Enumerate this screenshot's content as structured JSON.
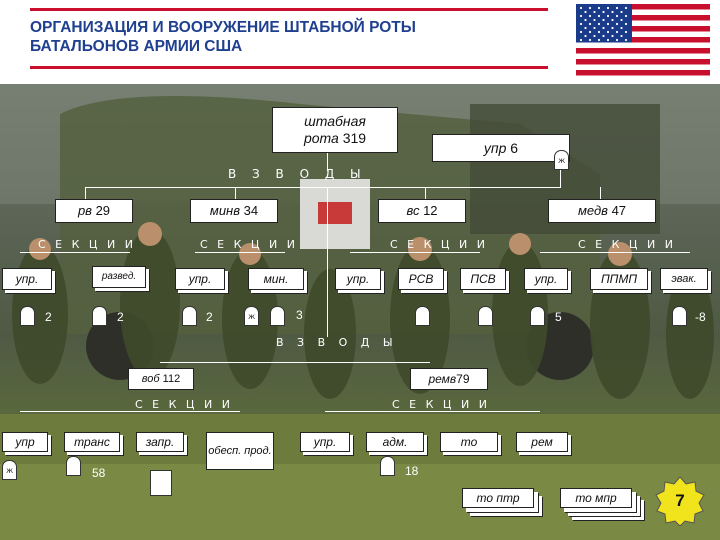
{
  "header": {
    "title_line1": "ОРГАНИЗАЦИЯ И ВООРУЖЕНИЕ ШТАБНОЙ РОТЫ",
    "title_line2": "БАТАЛЬОНОВ АРМИИ США"
  },
  "colors": {
    "title": "#1f3f8f",
    "bar": "#c8102e",
    "flag_red": "#c8102e",
    "flag_blue": "#1a3a8a"
  },
  "chart": {
    "hq": {
      "line1": "штабная",
      "line2": "рота",
      "count": "319"
    },
    "upr": {
      "label": "упр",
      "count": "6"
    },
    "vzvody_label": "В З В О Д Ы",
    "vzvody2_label": "В З В О Д Ы",
    "platoons": {
      "rv": {
        "label": "рв",
        "count": "29"
      },
      "minv": {
        "label": "минв",
        "count": "34"
      },
      "vs": {
        "label": "вс",
        "count": "12"
      },
      "medv": {
        "label": "медв",
        "count": "47"
      }
    },
    "sections_label": "С Е К Ц И И",
    "sections": {
      "rv": [
        "упр.",
        "развед."
      ],
      "minv": [
        "упр.",
        "мин."
      ],
      "vs": [
        "упр.",
        "РСВ",
        "ПСВ"
      ],
      "medv": [
        "упр.",
        "ППМП",
        "эвак."
      ]
    },
    "counts": [
      "2",
      "2",
      "2",
      "3",
      "5",
      "-8"
    ],
    "lower": {
      "vob": {
        "label": "воб",
        "count": "112"
      },
      "remv": {
        "label": "ремв",
        "count": "79"
      },
      "vob_sections": [
        "упр",
        "транс",
        "запр.",
        "обесп. прод."
      ],
      "remv_sections": [
        "упр.",
        "адм.",
        "то",
        "рем"
      ],
      "to_units": [
        "то птр",
        "то мпр"
      ],
      "counts": [
        "58",
        "18"
      ]
    },
    "mark_symbol": "ж"
  },
  "page_number": "7"
}
